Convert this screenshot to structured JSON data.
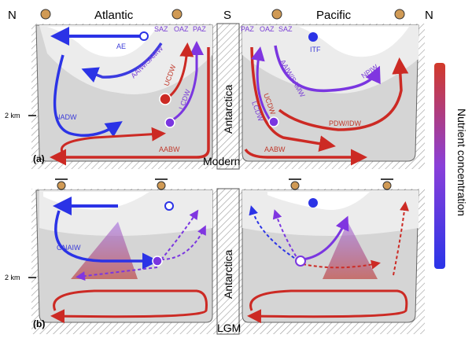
{
  "panel_a": {
    "tag": "(a)",
    "era": "Modern",
    "basin_left": "Atlantic",
    "basin_right": "Pacific",
    "pole_left": "N",
    "pole_center": "S",
    "pole_right": "N",
    "continent": "Antarctica",
    "depth_label": "2 km",
    "atlantic_labels": {
      "ae": "AE",
      "saz": "SAZ",
      "oaz": "OAZ",
      "paz": "PAZ",
      "aaiw": "AAIW/SAMW",
      "nadw": "NADW",
      "ucdw": "UCDW",
      "lcdw": "LCDW",
      "aabw": "AABW"
    },
    "pacific_labels": {
      "paz": "PAZ",
      "oaz": "OAZ",
      "saz": "SAZ",
      "itf": "ITF",
      "npiw": "NPIW",
      "ucdw": "UCDW",
      "aaiw": "AAIW/SAMW",
      "lcdw": "LCDW",
      "pdw": "PDW/IDW",
      "aabw": "AABW"
    }
  },
  "panel_b": {
    "tag": "(b)",
    "era": "LGM",
    "continent": "Antarctica",
    "depth_label": "2 km",
    "atlantic_labels": {
      "gnaiw": "GNAIW"
    }
  },
  "legend": {
    "label": "Nutrient concentration",
    "color_high": "#d23a2a",
    "color_mid": "#8a3fd9",
    "color_low": "#2a34e8"
  },
  "colors": {
    "red": "#cc2a24",
    "blue": "#2b33e6",
    "purple": "#8036e0",
    "ocean": "#d5d5d5",
    "surface": "#f2f2f2",
    "sea_ice_land": "#ffffff",
    "seafloor_hatch": "#9a9a9a"
  }
}
